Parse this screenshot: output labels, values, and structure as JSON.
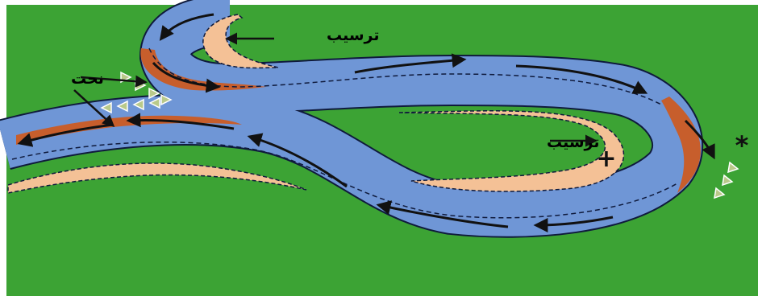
{
  "colors": {
    "background": "#ffffff",
    "land": "#3ca334",
    "water": "#6f96d6",
    "deposit": "#f4c196",
    "erosion": "#c75e2c",
    "outline": "#0f1a3c",
    "arrow": "#111111",
    "bank_marker_fill": "#b9c98a"
  },
  "labels": {
    "deposition_top": "ترسيب",
    "deposition_inner": "ترسيب",
    "erosion": "نحت",
    "plus_symbol": "+",
    "star_symbol": "*"
  }
}
